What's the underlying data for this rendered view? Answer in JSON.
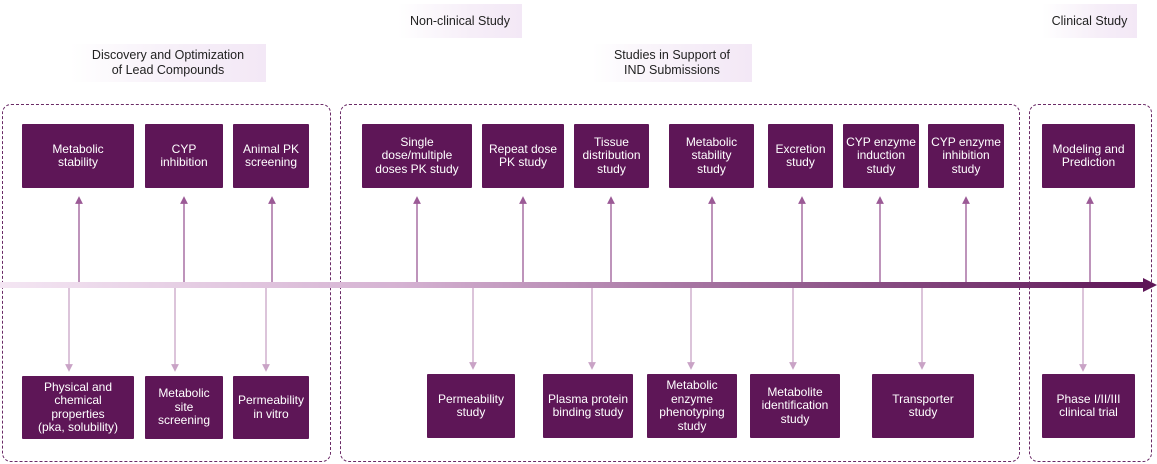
{
  "headers": {
    "nonclinical": "Non-clinical Study",
    "clinical": "Clinical Study",
    "discovery": "Discovery and Optimization\nof Lead Compounds",
    "ind": "Studies in Support of\nIND Submissions"
  },
  "top_boxes": [
    "Metabolic\nstability",
    "CYP\ninhibition",
    "Animal PK\nscreening",
    "Single\ndose/multiple\ndoses PK study",
    "Repeat dose\nPK study",
    "Tissue\ndistribution\nstudy",
    "Metabolic\nstability\nstudy",
    "Excretion\nstudy",
    "CYP enzyme\ninduction\nstudy",
    "CYP enzyme\ninhibition\nstudy",
    "Modeling and\nPrediction"
  ],
  "bottom_boxes": [
    "Physical and\nchemical\nproperties\n(pka, solubility)",
    "Metabolic\nsite\nscreening",
    "Permeability\nin vitro",
    "Permeability\nstudy",
    "Plasma protein\nbinding study",
    "Metabolic\nenzyme\nphenotyping\nstudy",
    "Metabolite\nidentification\nstudy",
    "Transporter\nstudy",
    "Phase I/II/III\nclinical trial"
  ],
  "colors": {
    "box": "#5e1657",
    "arrow_up": "#9b5a96",
    "arrow_down": "#c9a3c6",
    "timeline_start": "#f4e6f3",
    "timeline_end": "#5e1657"
  }
}
